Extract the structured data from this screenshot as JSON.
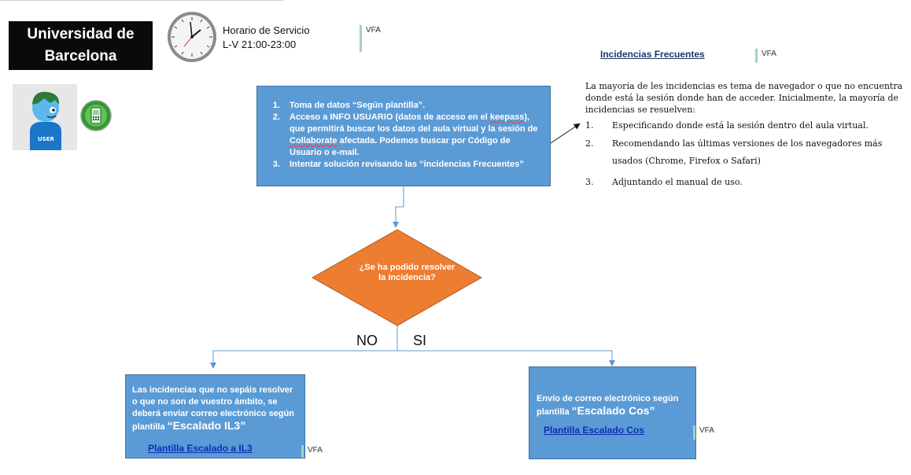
{
  "header": {
    "logo_line1": "Universidad de",
    "logo_line2": "Barcelona",
    "schedule_title": "Horario de Servicio",
    "schedule_hours": "L-V 21:00-23:00",
    "tag": "VFA",
    "frequent_link": "Incidencias Frecuentes"
  },
  "main_box": {
    "step1": "Toma de datos “Según plantilla”.",
    "step2_pre": "Acceso a INFO USUARIO (datos de acceso en el ",
    "step2_keepass": "keepass",
    "step2_mid": "), que permitirá buscar los datos del aula virtual y la sesión de ",
    "step2_collab": "Collaborate",
    "step2_post": " afectada. Podemos buscar por Código de Usuario o e-mail.",
    "step3": "Intentar solución revisando las “incidencias Frecuentes”"
  },
  "note": {
    "intro": "La mayoría de les incidencias es tema de navegador o que no encuentra donde está la sesión donde han de acceder. Inicialmente, la mayoría de incidencias se resuelven:",
    "items": [
      {
        "num": "1.",
        "text": "Especificando  donde está la sesión dentro del aula virtual."
      },
      {
        "num": "2.",
        "text": "Recomendando las últimas versiones de los navegadores más usados (Chrome, Firefox o Safari)"
      },
      {
        "num": "3.",
        "text": "Adjuntando el manual de uso."
      }
    ]
  },
  "decision": {
    "question": "¿Se ha podido resolver la incidencia?",
    "no": "NO",
    "yes": "SI"
  },
  "left_box": {
    "text": "Las incidencias que no sepáis resolver o que no son de vuestro ámbito, se deberá enviar correo electrónico según plantilla ",
    "template": "“Escalado IL3”",
    "link": "Plantilla Escalado a IL3"
  },
  "right_box": {
    "text": "Envío de correo electrónico según plantilla ",
    "template": "“Escalado Cos”",
    "link": "Plantilla Escalado Cos"
  },
  "colors": {
    "box_blue": "#5b9bd5",
    "diamond_orange": "#ed7d31",
    "connector": "#5b9bd5"
  },
  "icons": [
    "wall-clock-icon",
    "user-avatar-icon",
    "mobile-phone-icon"
  ]
}
